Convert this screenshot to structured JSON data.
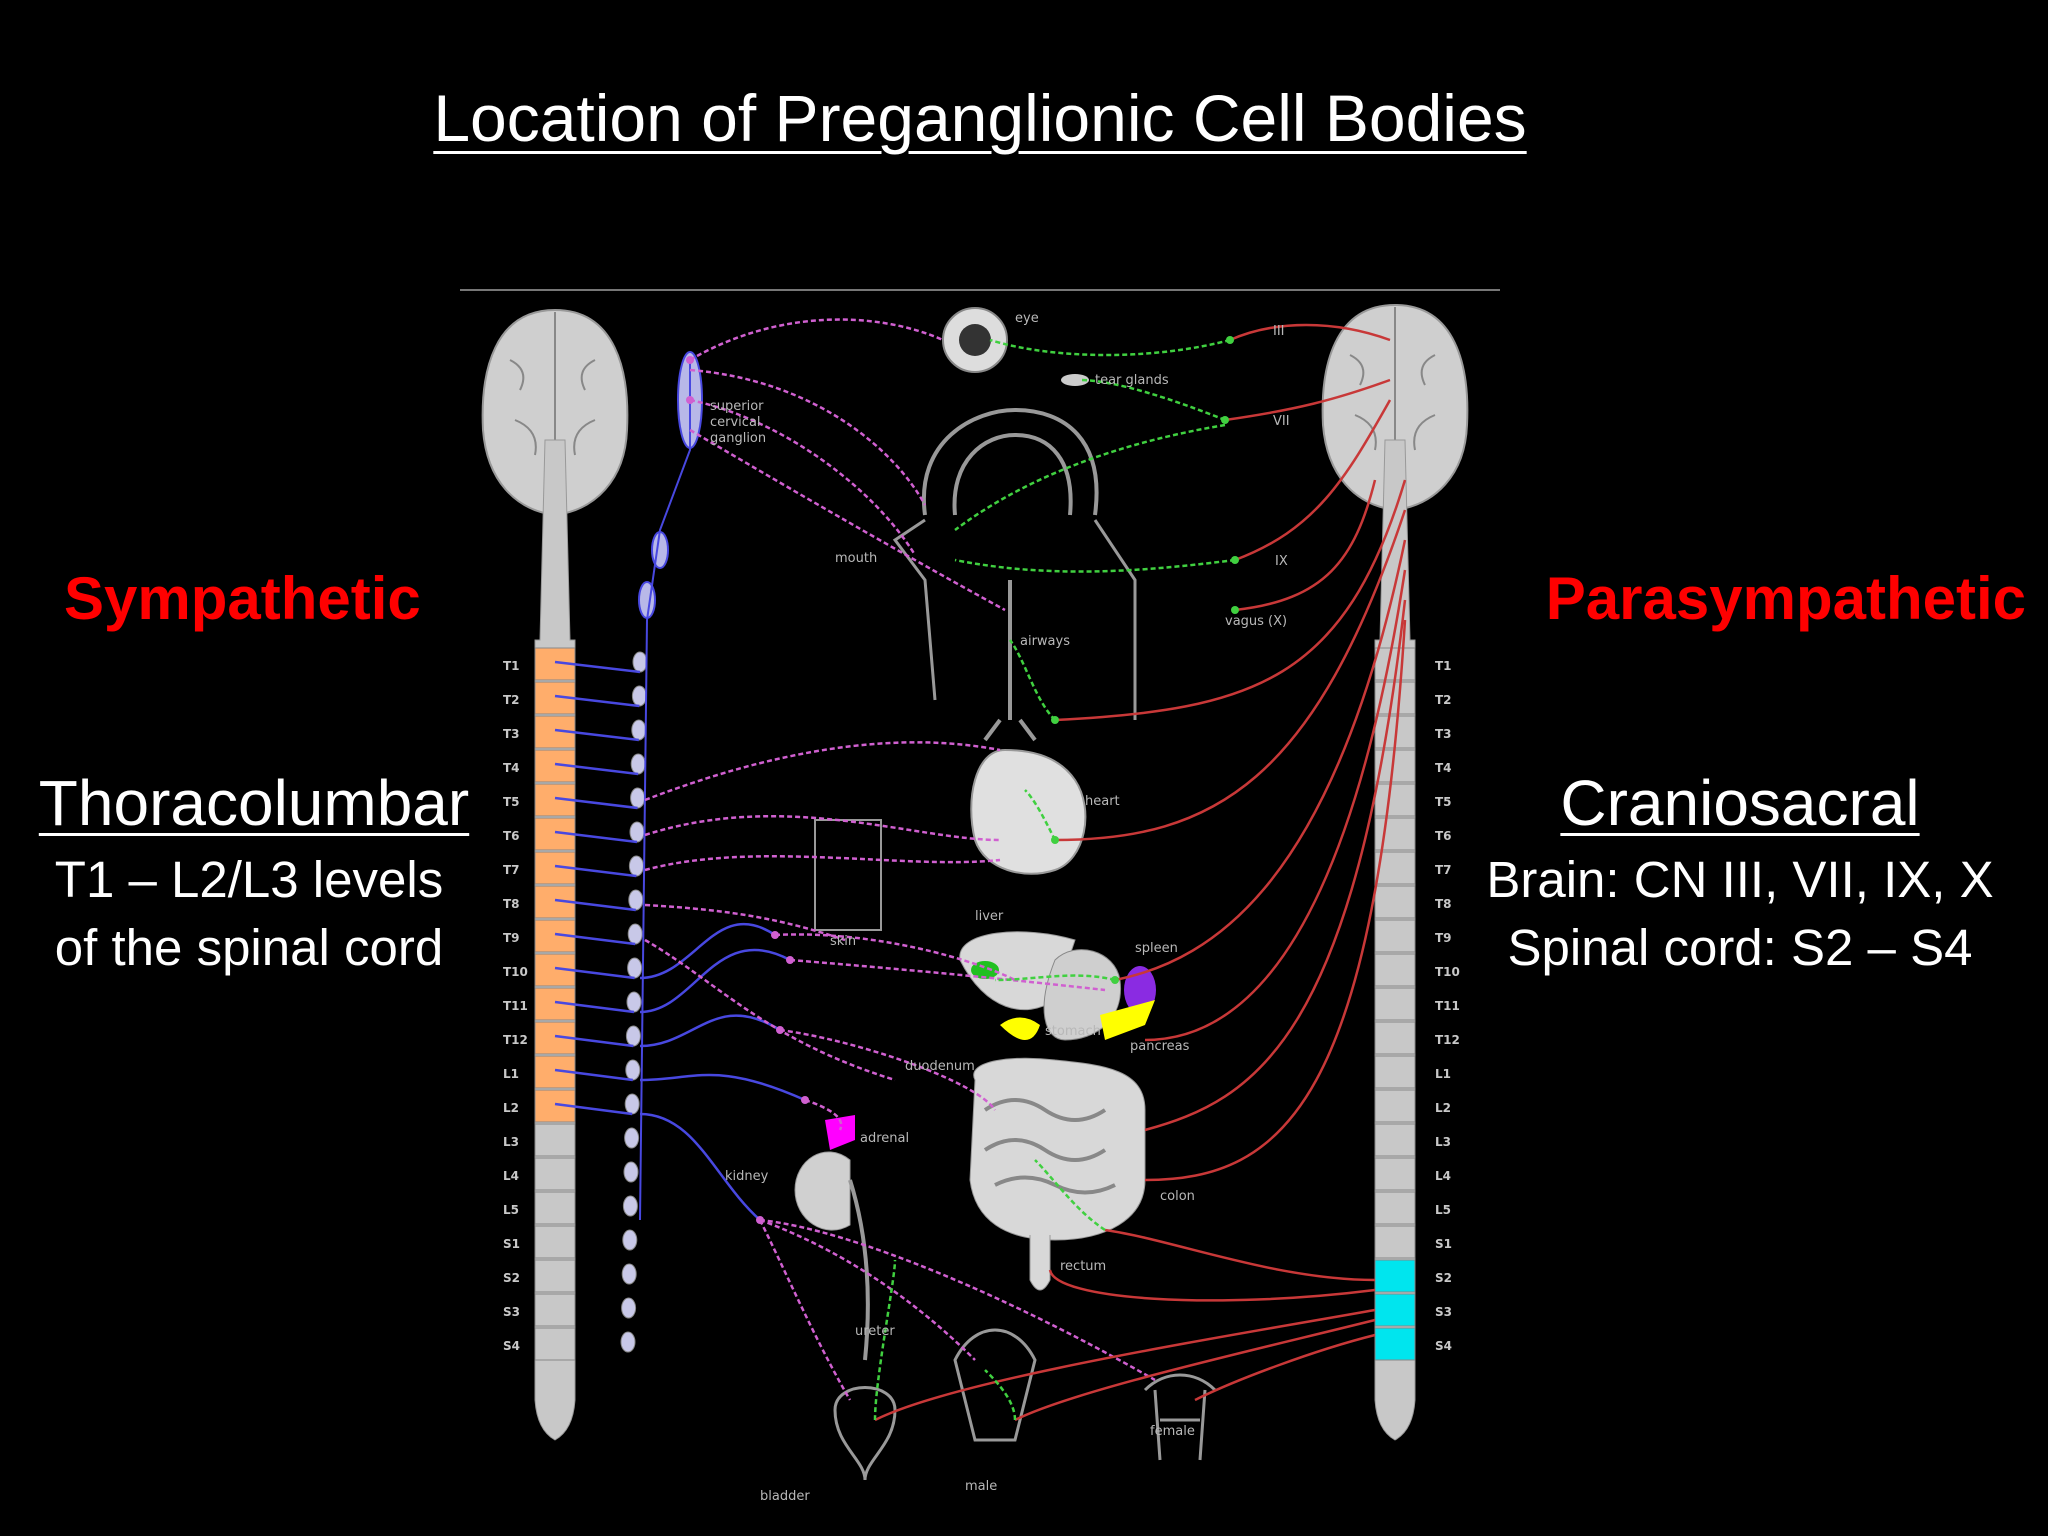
{
  "slide": {
    "title": "Location of Preganglionic Cell Bodies",
    "sympathetic": {
      "heading": "Sympathetic",
      "subheading": "Thoracolumbar",
      "line1": "T1 – L2/L3 levels",
      "line2": "of the spinal cord"
    },
    "parasympathetic": {
      "heading": "Parasympathetic",
      "subheading": "Craniosacral",
      "line1": "Brain: CN III, VII, IX, X",
      "line2": "Spinal cord: S2 – S4"
    }
  },
  "diagram": {
    "segments": [
      "T1",
      "T2",
      "T3",
      "T4",
      "T5",
      "T6",
      "T7",
      "T8",
      "T9",
      "T10",
      "T11",
      "T12",
      "L1",
      "L2",
      "L3",
      "L4",
      "L5",
      "S1",
      "S2",
      "S3",
      "S4"
    ],
    "cranial_nerves": [
      "III",
      "VII",
      "IX",
      "vagus (X)"
    ],
    "labels": {
      "eye": "eye",
      "tear_glands": "tear glands",
      "ganglion_line1": "superior",
      "ganglion_line2": "cervical",
      "ganglion_line3": "ganglion",
      "mouth": "mouth",
      "airways": "airways",
      "heart": "heart",
      "skin": "skin",
      "liver": "liver",
      "spleen": "spleen",
      "stomach": "stomach",
      "pancreas": "pancreas",
      "duodenum": "duodenum",
      "adrenal": "adrenal",
      "kidney": "kidney",
      "colon": "colon",
      "rectum": "rectum",
      "ureter": "ureter",
      "bladder": "bladder",
      "male": "male",
      "female": "female"
    },
    "colors": {
      "sympathetic_segments": "#ffad6b",
      "parasympathetic_segments": "#00e5ee",
      "cord": "#c8c8c8",
      "sympathetic_pre": "#4848e0",
      "sympathetic_post": "#d060d0",
      "parasympathetic_pre": "#c83838",
      "parasympathetic_post": "#40d040"
    }
  }
}
